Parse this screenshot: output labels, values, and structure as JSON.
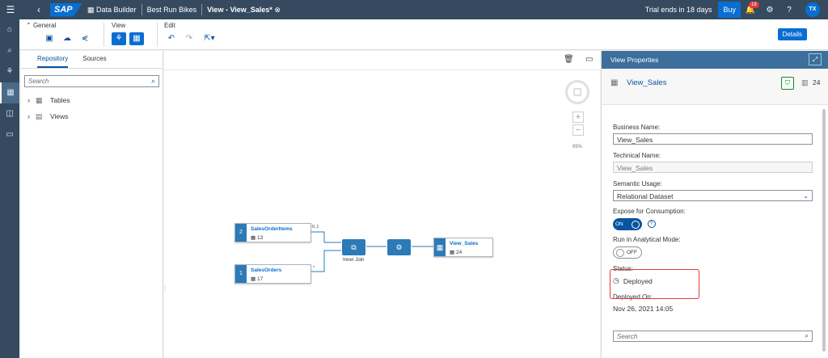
{
  "shell": {
    "brand": "SAP",
    "crumbs": [
      "Data Builder",
      "Best Run Bikes",
      "View - View_Sales*"
    ],
    "trial": "Trial ends in 18 days",
    "buy": "Buy",
    "notif_count": "18",
    "avatar": "TX"
  },
  "toolbar": {
    "groups": [
      "General",
      "View",
      "Edit"
    ],
    "details": "Details"
  },
  "repo": {
    "tabs": [
      "Repository",
      "Sources"
    ],
    "search_placeholder": "Search",
    "items": [
      "Tables",
      "Views"
    ]
  },
  "canvas": {
    "zoom": "95%",
    "nodes": [
      {
        "num": "2",
        "name": "SalesOrderItems",
        "count": "13"
      },
      {
        "num": "1",
        "name": "SalesOrders",
        "count": "17"
      }
    ],
    "join_label": "Inner Join",
    "cardinality_top": "0..1",
    "cardinality_bottom": "*",
    "output": {
      "name": "View_Sales",
      "count": "24"
    }
  },
  "props": {
    "header": "View Properties",
    "view_name": "View_Sales",
    "column_count": "24",
    "business_name_label": "Business Name:",
    "business_name": "View_Sales",
    "technical_name_label": "Technical Name:",
    "technical_name": "View_Sales",
    "semantic_label": "Semantic Usage:",
    "semantic_value": "Relational Dataset",
    "expose_label": "Expose for Consumption:",
    "expose_state": "ON",
    "analytical_label": "Run in Analytical Mode:",
    "analytical_state": "OFF",
    "status_label": "Status:",
    "status_value": "Deployed",
    "deployed_label": "Deployed On:",
    "deployed_value": "Nov 26, 2021 14:05",
    "search_placeholder": "Search"
  }
}
